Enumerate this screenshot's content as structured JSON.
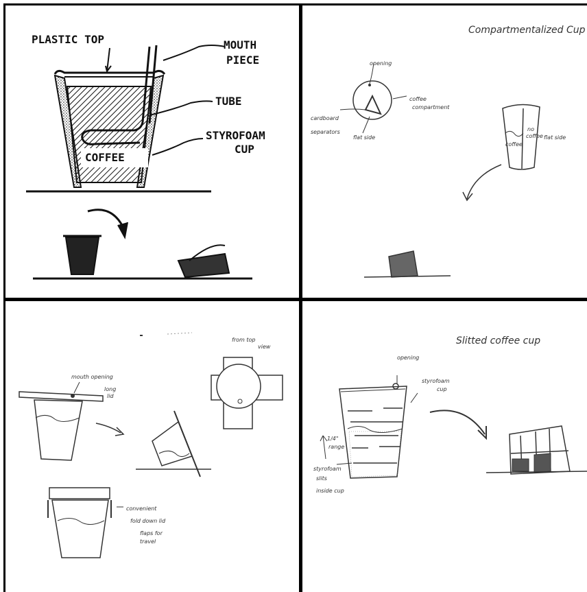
{
  "panel_1": {
    "labels": {
      "plastic_top": "PLASTIC TOP",
      "mouth_piece_line1": "MOUTH",
      "mouth_piece_line2": "PIECE",
      "tube": "TUBE",
      "styrofoam_line1": "STYROFOAM",
      "styrofoam_line2": "CUP",
      "coffee": "COFFEE"
    }
  },
  "panel_2": {
    "title": "Compartmentalized Cup",
    "labels": {
      "opening": "opening",
      "coffee_compartment_line1": "coffee",
      "coffee_compartment_line2": "compartment",
      "cardboard_separators_line1": "cardboard",
      "cardboard_separators_line2": "separators",
      "flat_side_top_view": "flat side",
      "coffee_on_cup": "coffee",
      "no_coffee_line1": "no",
      "no_coffee_line2": "coffee",
      "flat_side_cup": "flat side"
    }
  },
  "panel_3": {
    "labels": {
      "mouth_opening": "mouth opening",
      "long_lid_line1": "long",
      "long_lid_line2": "lid",
      "from_top_view_line1": "from top",
      "from_top_view_line2": "view",
      "fold_flaps_line1": "convenient",
      "fold_flaps_line2": "fold down lid",
      "fold_flaps_line3": "flaps for",
      "fold_flaps_line4": "travel"
    }
  },
  "panel_4": {
    "title": "Slitted coffee cup",
    "labels": {
      "opening": "opening",
      "styrofoam_cup_line1": "styrofoam",
      "styrofoam_cup_line2": "cup",
      "size_range_line1": "1/4\"",
      "size_range_line2": "range",
      "slits_line1": "styrofoam",
      "slits_line2": "slits",
      "slits_line3": "inside cup"
    }
  },
  "colors": {
    "frame": "#000000",
    "ink": "#1a1a1a",
    "pencil": "#333333",
    "paper": "#ffffff"
  }
}
